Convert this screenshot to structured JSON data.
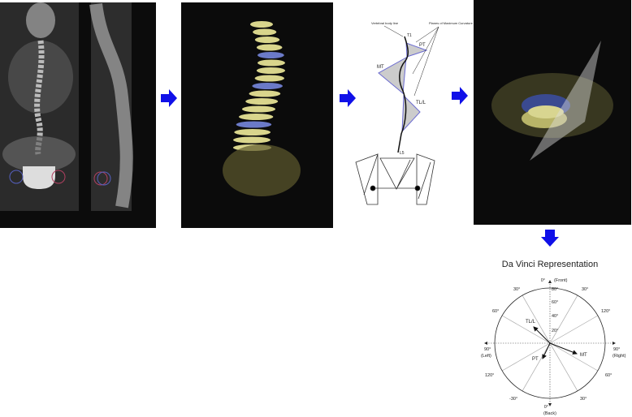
{
  "colors": {
    "arrow": "#1010e8",
    "panel_bg": "#0b0b0b",
    "curve_fill": "#cccccc",
    "curve_stroke": "#6a6ad0"
  },
  "panels": {
    "xray": {
      "icon": "xray-image"
    },
    "model3d": {
      "icon": "spine-3d-render"
    },
    "model3d_axial": {
      "icon": "spine-3d-axial-view"
    }
  },
  "curve_diagram": {
    "vertebral_body_line": "Vertebral body line",
    "planes_label": "Planes of Maximum Curvature",
    "t1": "T1",
    "l5": "L5",
    "pt": "PT",
    "mt": "MT",
    "tll": "TL/L"
  },
  "davinci": {
    "title": "Da Vinci Representation",
    "front": "0°",
    "front_label": "(Front)",
    "back": "0°",
    "back_label": "(Back)",
    "left": "90°",
    "left_label": "(Left)",
    "right": "90°",
    "right_label": "(Right)",
    "radial_ticks": [
      "80°",
      "60°",
      "40°",
      "20°"
    ],
    "angle_labels": {
      "top_left": "30°",
      "top_right": "30°",
      "upper_left": "60°",
      "upper_right": "120°",
      "lower_left": "120°",
      "lower_right": "60°",
      "bottom_left": "-30°",
      "bottom_right": "30°"
    },
    "vectors": [
      {
        "label": "TL/L"
      },
      {
        "label": "MT"
      },
      {
        "label": "PT"
      }
    ]
  }
}
